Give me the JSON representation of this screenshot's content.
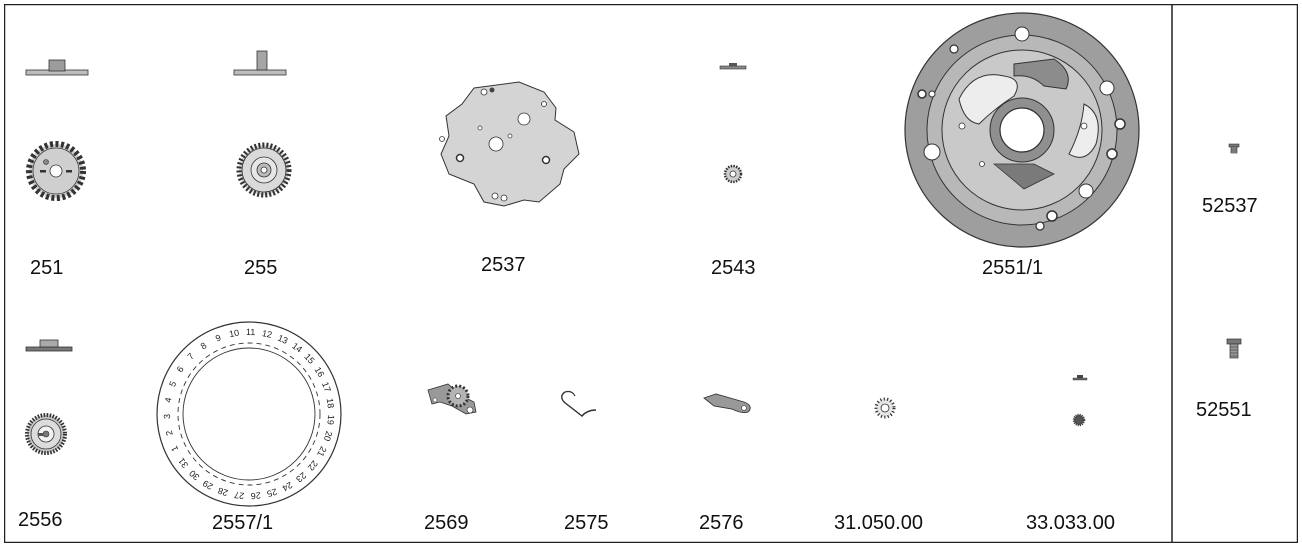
{
  "colors": {
    "border": "#222222",
    "part_light": "#d4d4d4",
    "part_mid": "#a9a9a9",
    "part_dark": "#555555",
    "line": "#222222"
  },
  "parts": {
    "p251": "251",
    "p255": "255",
    "p2537": "2537",
    "p2543": "2543",
    "p2551_1": "2551/1",
    "p52537": "52537",
    "p2556": "2556",
    "p2557_1": "2557/1",
    "p2569": "2569",
    "p2575": "2575",
    "p2576": "2576",
    "p31_050_00": "31.050.00",
    "p33_033_00": "33.033.00",
    "p52551": "52551"
  },
  "date_disc": {
    "numbers": [
      "1",
      "2",
      "3",
      "4",
      "5",
      "6",
      "7",
      "8",
      "9",
      "10",
      "11",
      "12",
      "13",
      "14",
      "15",
      "16",
      "17",
      "18",
      "19",
      "20",
      "21",
      "22",
      "23",
      "24",
      "25",
      "26",
      "27",
      "28",
      "29",
      "30",
      "31"
    ]
  },
  "icons": {
    "gear_wheel_251": "gear-wheel-icon",
    "gear_wheel_255": "gear-wheel-icon",
    "plate_2537": "plate-icon",
    "pinion_2543": "pinion-icon",
    "ring_2551_1": "ring-icon",
    "screw_52537": "screw-icon",
    "wheel_2556": "gear-wheel-icon",
    "date_disc_2557_1": "date-disc-icon",
    "lever_2569": "lever-icon",
    "spring_2575": "spring-icon",
    "lever_2576": "lever-icon",
    "star_31_050_00": "star-wheel-icon",
    "pinion_33_033_00": "pinion-icon",
    "screw_52551": "screw-icon"
  }
}
